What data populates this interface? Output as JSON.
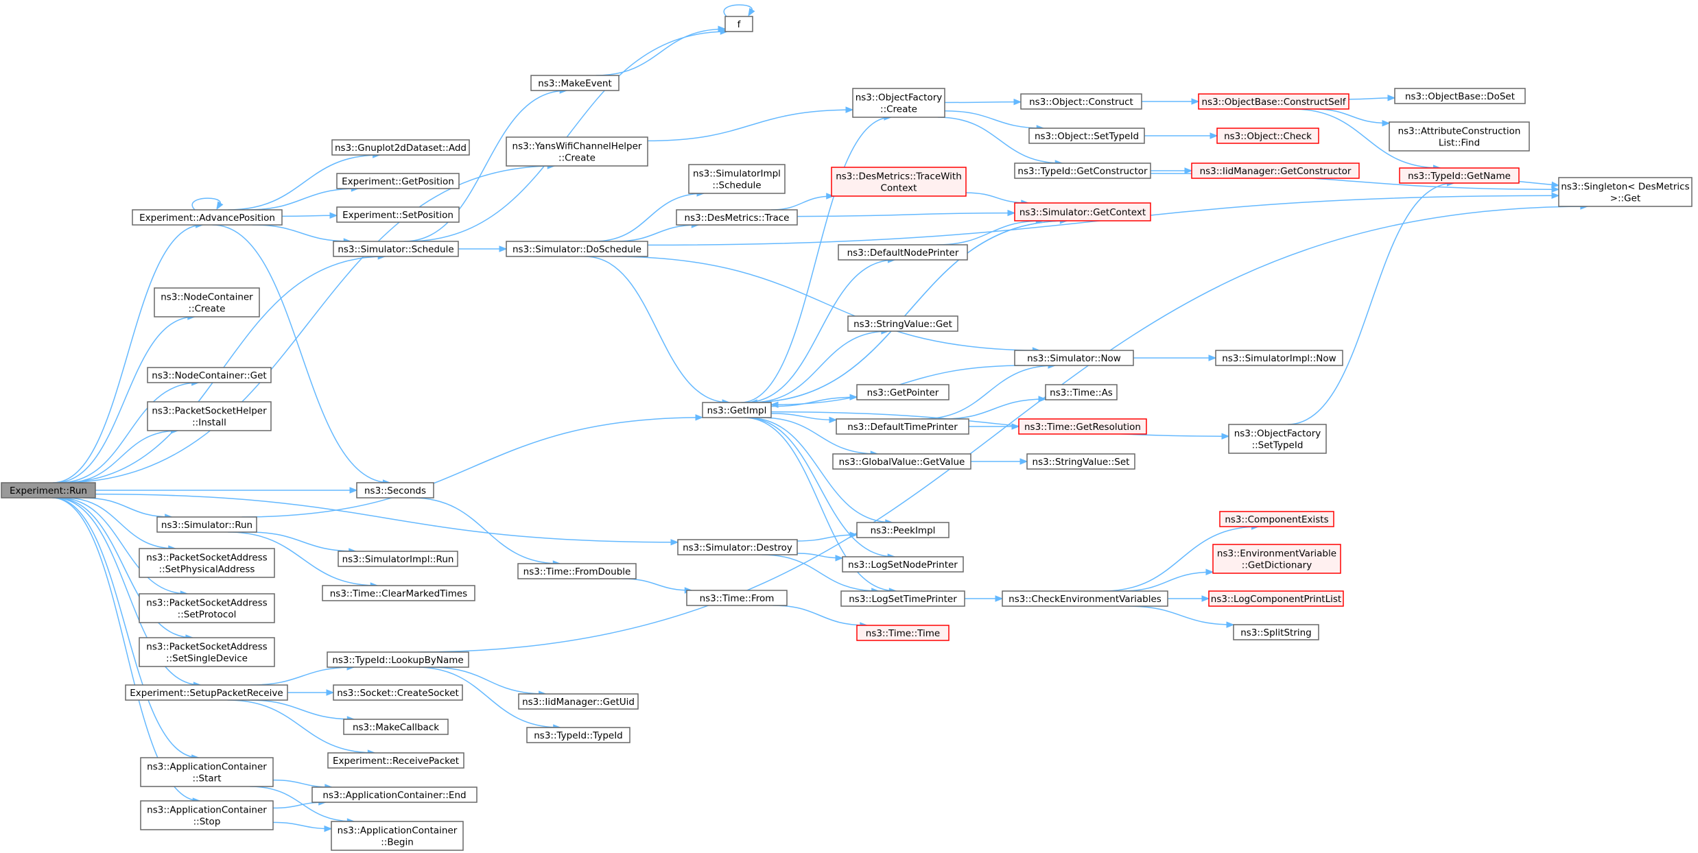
{
  "colors": {
    "edge": "#63b8ff",
    "node_border": "#666666",
    "node_fill": "#ffffff",
    "root_fill": "#999999",
    "root_border": "#666666",
    "external_border": "#ff0000",
    "external_fill": "#fff0f0"
  },
  "nodes": [
    {
      "id": "run",
      "lines": [
        "Experiment::Run"
      ],
      "style": "root"
    },
    {
      "id": "advpos",
      "lines": [
        "Experiment::AdvancePosition"
      ],
      "style": "normal"
    },
    {
      "id": "nccreate",
      "lines": [
        "ns3::NodeContainer",
        "::Create"
      ],
      "style": "normal"
    },
    {
      "id": "ncget",
      "lines": [
        "ns3::NodeContainer::Get"
      ],
      "style": "normal"
    },
    {
      "id": "pshinstall",
      "lines": [
        "ns3::PacketSocketHelper",
        "::Install"
      ],
      "style": "normal"
    },
    {
      "id": "simrun",
      "lines": [
        "ns3::Simulator::Run"
      ],
      "style": "normal"
    },
    {
      "id": "psaphys",
      "lines": [
        "ns3::PacketSocketAddress",
        "::SetPhysicalAddress"
      ],
      "style": "normal"
    },
    {
      "id": "psaproto",
      "lines": [
        "ns3::PacketSocketAddress",
        "::SetProtocol"
      ],
      "style": "normal"
    },
    {
      "id": "psasingle",
      "lines": [
        "ns3::PacketSocketAddress",
        "::SetSingleDevice"
      ],
      "style": "normal"
    },
    {
      "id": "setuprecv",
      "lines": [
        "Experiment::SetupPacketReceive"
      ],
      "style": "normal"
    },
    {
      "id": "acstart",
      "lines": [
        "ns3::ApplicationContainer",
        "::Start"
      ],
      "style": "normal"
    },
    {
      "id": "acstop",
      "lines": [
        "ns3::ApplicationContainer",
        "::Stop"
      ],
      "style": "normal"
    },
    {
      "id": "gnuadd",
      "lines": [
        "ns3::Gnuplot2dDataset::Add"
      ],
      "style": "normal"
    },
    {
      "id": "getpos",
      "lines": [
        "Experiment::GetPosition"
      ],
      "style": "normal"
    },
    {
      "id": "setpos",
      "lines": [
        "Experiment::SetPosition"
      ],
      "style": "normal"
    },
    {
      "id": "simschedule",
      "lines": [
        "ns3::Simulator::Schedule"
      ],
      "style": "normal"
    },
    {
      "id": "seconds",
      "lines": [
        "ns3::Seconds"
      ],
      "style": "normal"
    },
    {
      "id": "simimplrun",
      "lines": [
        "ns3::SimulatorImpl::Run"
      ],
      "style": "normal"
    },
    {
      "id": "clearmarked",
      "lines": [
        "ns3::Time::ClearMarkedTimes"
      ],
      "style": "normal"
    },
    {
      "id": "lookupbyname",
      "lines": [
        "ns3::TypeId::LookupByName"
      ],
      "style": "normal"
    },
    {
      "id": "createsocket",
      "lines": [
        "ns3::Socket::CreateSocket"
      ],
      "style": "normal"
    },
    {
      "id": "makecallback",
      "lines": [
        "ns3::MakeCallback"
      ],
      "style": "normal"
    },
    {
      "id": "receivepacket",
      "lines": [
        "Experiment::ReceivePacket"
      ],
      "style": "normal"
    },
    {
      "id": "acend",
      "lines": [
        "ns3::ApplicationContainer::End"
      ],
      "style": "normal"
    },
    {
      "id": "acbegin",
      "lines": [
        "ns3::ApplicationContainer",
        "::Begin"
      ],
      "style": "normal"
    },
    {
      "id": "makeevent",
      "lines": [
        "ns3::MakeEvent"
      ],
      "style": "normal"
    },
    {
      "id": "f",
      "lines": [
        "f"
      ],
      "style": "normal"
    },
    {
      "id": "yanscreate",
      "lines": [
        "ns3::YansWifiChannelHelper",
        "::Create"
      ],
      "style": "normal"
    },
    {
      "id": "doschedule",
      "lines": [
        "ns3::Simulator::DoSchedule"
      ],
      "style": "normal"
    },
    {
      "id": "fromdouble",
      "lines": [
        "ns3::Time::FromDouble"
      ],
      "style": "normal"
    },
    {
      "id": "simdestroy",
      "lines": [
        "ns3::Simulator::Destroy"
      ],
      "style": "normal"
    },
    {
      "id": "iidgetuid",
      "lines": [
        "ns3::IidManager::GetUid"
      ],
      "style": "normal"
    },
    {
      "id": "typeidtypeid",
      "lines": [
        "ns3::TypeId::TypeId"
      ],
      "style": "normal"
    },
    {
      "id": "simimplschedule",
      "lines": [
        "ns3::SimulatorImpl",
        "::Schedule"
      ],
      "style": "normal"
    },
    {
      "id": "desmtrace",
      "lines": [
        "ns3::DesMetrics::Trace"
      ],
      "style": "normal"
    },
    {
      "id": "getimpl",
      "lines": [
        "ns3::GetImpl"
      ],
      "style": "normal"
    },
    {
      "id": "timefrom",
      "lines": [
        "ns3::Time::From"
      ],
      "style": "normal"
    },
    {
      "id": "ofcreate",
      "lines": [
        "ns3::ObjectFactory",
        "::Create"
      ],
      "style": "normal"
    },
    {
      "id": "tracewithctx",
      "lines": [
        "ns3::DesMetrics::TraceWith",
        "Context"
      ],
      "style": "external"
    },
    {
      "id": "defnodeprinter",
      "lines": [
        "ns3::DefaultNodePrinter"
      ],
      "style": "normal"
    },
    {
      "id": "stringvalueget",
      "lines": [
        "ns3::StringValue::Get"
      ],
      "style": "normal"
    },
    {
      "id": "getpointer",
      "lines": [
        "ns3::GetPointer"
      ],
      "style": "normal"
    },
    {
      "id": "deftimeprinter",
      "lines": [
        "ns3::DefaultTimePrinter"
      ],
      "style": "normal"
    },
    {
      "id": "gvgetvalue",
      "lines": [
        "ns3::GlobalValue::GetValue"
      ],
      "style": "normal"
    },
    {
      "id": "peekimpl",
      "lines": [
        "ns3::PeekImpl"
      ],
      "style": "normal"
    },
    {
      "id": "logsetnode",
      "lines": [
        "ns3::LogSetNodePrinter"
      ],
      "style": "normal"
    },
    {
      "id": "logsettime",
      "lines": [
        "ns3::LogSetTimePrinter"
      ],
      "style": "normal"
    },
    {
      "id": "timetime",
      "lines": [
        "ns3::Time::Time"
      ],
      "style": "external"
    },
    {
      "id": "objconstruct",
      "lines": [
        "ns3::Object::Construct"
      ],
      "style": "normal"
    },
    {
      "id": "objsettypeid",
      "lines": [
        "ns3::Object::SetTypeId"
      ],
      "style": "normal"
    },
    {
      "id": "tidgetctor",
      "lines": [
        "ns3::TypeId::GetConstructor"
      ],
      "style": "normal"
    },
    {
      "id": "simgetctx",
      "lines": [
        "ns3::Simulator::GetContext"
      ],
      "style": "external"
    },
    {
      "id": "simnow",
      "lines": [
        "ns3::Simulator::Now"
      ],
      "style": "normal"
    },
    {
      "id": "timeas",
      "lines": [
        "ns3::Time::As"
      ],
      "style": "normal"
    },
    {
      "id": "timegetres",
      "lines": [
        "ns3::Time::GetResolution"
      ],
      "style": "external"
    },
    {
      "id": "svset",
      "lines": [
        "ns3::StringValue::Set"
      ],
      "style": "normal"
    },
    {
      "id": "checkenv",
      "lines": [
        "ns3::CheckEnvironmentVariables"
      ],
      "style": "normal"
    },
    {
      "id": "obconstructself",
      "lines": [
        "ns3::ObjectBase::ConstructSelf"
      ],
      "style": "external"
    },
    {
      "id": "objcheck",
      "lines": [
        "ns3::Object::Check"
      ],
      "style": "external"
    },
    {
      "id": "iidgetctor",
      "lines": [
        "ns3::IidManager::GetConstructor"
      ],
      "style": "external"
    },
    {
      "id": "simimplnow",
      "lines": [
        "ns3::SimulatorImpl::Now"
      ],
      "style": "normal"
    },
    {
      "id": "ofsettypeid",
      "lines": [
        "ns3::ObjectFactory",
        "::SetTypeId"
      ],
      "style": "normal"
    },
    {
      "id": "compexists",
      "lines": [
        "ns3::ComponentExists"
      ],
      "style": "external"
    },
    {
      "id": "envgetdict",
      "lines": [
        "ns3::EnvironmentVariable",
        "::GetDictionary"
      ],
      "style": "external"
    },
    {
      "id": "logcompprint",
      "lines": [
        "ns3::LogComponentPrintList"
      ],
      "style": "external"
    },
    {
      "id": "splitstring",
      "lines": [
        "ns3::SplitString"
      ],
      "style": "normal"
    },
    {
      "id": "obdoset",
      "lines": [
        "ns3::ObjectBase::DoSet"
      ],
      "style": "normal"
    },
    {
      "id": "attrfind",
      "lines": [
        "ns3::AttributeConstruction",
        "List::Find"
      ],
      "style": "normal"
    },
    {
      "id": "tidgetname",
      "lines": [
        "ns3::TypeId::GetName"
      ],
      "style": "external"
    },
    {
      "id": "singletonget",
      "lines": [
        "ns3::Singleton< DesMetrics",
        " >::Get"
      ],
      "style": "normal"
    }
  ],
  "edges": [
    [
      "run",
      "advpos"
    ],
    [
      "run",
      "simschedule"
    ],
    [
      "run",
      "nccreate"
    ],
    [
      "run",
      "ncget"
    ],
    [
      "run",
      "pshinstall"
    ],
    [
      "run",
      "yanscreate"
    ],
    [
      "run",
      "seconds"
    ],
    [
      "run",
      "simrun"
    ],
    [
      "run",
      "simdestroy"
    ],
    [
      "run",
      "psaphys"
    ],
    [
      "run",
      "psaproto"
    ],
    [
      "run",
      "psasingle"
    ],
    [
      "run",
      "setuprecv"
    ],
    [
      "run",
      "acstart"
    ],
    [
      "run",
      "acstop"
    ],
    [
      "advpos",
      "advpos"
    ],
    [
      "advpos",
      "gnuadd"
    ],
    [
      "advpos",
      "getpos"
    ],
    [
      "advpos",
      "setpos"
    ],
    [
      "advpos",
      "simschedule"
    ],
    [
      "advpos",
      "seconds"
    ],
    [
      "simschedule",
      "makeevent"
    ],
    [
      "simschedule",
      "f"
    ],
    [
      "simschedule",
      "doschedule"
    ],
    [
      "makeevent",
      "f"
    ],
    [
      "f",
      "f"
    ],
    [
      "yanscreate",
      "ofcreate"
    ],
    [
      "doschedule",
      "simimplschedule"
    ],
    [
      "doschedule",
      "desmtrace"
    ],
    [
      "doschedule",
      "getimpl"
    ],
    [
      "doschedule",
      "simnow"
    ],
    [
      "doschedule",
      "singletonget"
    ],
    [
      "desmtrace",
      "tracewithctx"
    ],
    [
      "desmtrace",
      "simgetctx"
    ],
    [
      "tracewithctx",
      "simgetctx"
    ],
    [
      "seconds",
      "fromdouble"
    ],
    [
      "fromdouble",
      "timefrom"
    ],
    [
      "timefrom",
      "timetime"
    ],
    [
      "simrun",
      "getimpl"
    ],
    [
      "simrun",
      "simimplrun"
    ],
    [
      "simrun",
      "clearmarked"
    ],
    [
      "simdestroy",
      "peekimpl"
    ],
    [
      "simdestroy",
      "logsetnode"
    ],
    [
      "simdestroy",
      "logsettime"
    ],
    [
      "setuprecv",
      "lookupbyname"
    ],
    [
      "setuprecv",
      "createsocket"
    ],
    [
      "setuprecv",
      "makecallback"
    ],
    [
      "setuprecv",
      "receivepacket"
    ],
    [
      "lookupbyname",
      "iidgetuid"
    ],
    [
      "lookupbyname",
      "typeidtypeid"
    ],
    [
      "lookupbyname",
      "singletonget"
    ],
    [
      "acstart",
      "acend"
    ],
    [
      "acstart",
      "acbegin"
    ],
    [
      "acstop",
      "acend"
    ],
    [
      "acstop",
      "acbegin"
    ],
    [
      "getimpl",
      "ofcreate"
    ],
    [
      "getimpl",
      "simgetctx"
    ],
    [
      "getimpl",
      "defnodeprinter"
    ],
    [
      "getimpl",
      "stringvalueget"
    ],
    [
      "getimpl",
      "getpointer"
    ],
    [
      "getimpl",
      "deftimeprinter"
    ],
    [
      "getimpl",
      "gvgetvalue"
    ],
    [
      "getimpl",
      "peekimpl"
    ],
    [
      "getimpl",
      "logsetnode"
    ],
    [
      "getimpl",
      "logsettime"
    ],
    [
      "getimpl",
      "ofsettypeid"
    ],
    [
      "simgetctx",
      "getimpl"
    ],
    [
      "simnow",
      "getimpl"
    ],
    [
      "defnodeprinter",
      "simgetctx"
    ],
    [
      "deftimeprinter",
      "simnow"
    ],
    [
      "deftimeprinter",
      "timeas"
    ],
    [
      "deftimeprinter",
      "timegetres"
    ],
    [
      "gvgetvalue",
      "svset"
    ],
    [
      "simnow",
      "simimplnow"
    ],
    [
      "logsettime",
      "checkenv"
    ],
    [
      "checkenv",
      "compexists"
    ],
    [
      "checkenv",
      "envgetdict"
    ],
    [
      "checkenv",
      "logcompprint"
    ],
    [
      "checkenv",
      "splitstring"
    ],
    [
      "ofcreate",
      "objconstruct"
    ],
    [
      "ofcreate",
      "objsettypeid"
    ],
    [
      "ofcreate",
      "tidgetctor"
    ],
    [
      "objconstruct",
      "obconstructself"
    ],
    [
      "objsettypeid",
      "objcheck"
    ],
    [
      "tidgetctor",
      "iidgetctor"
    ],
    [
      "tidgetctor",
      "singletonget"
    ],
    [
      "obconstructself",
      "obdoset"
    ],
    [
      "obconstructself",
      "attrfind"
    ],
    [
      "obconstructself",
      "tidgetname"
    ],
    [
      "tidgetname",
      "singletonget"
    ],
    [
      "ofsettypeid",
      "tidgetname"
    ]
  ]
}
